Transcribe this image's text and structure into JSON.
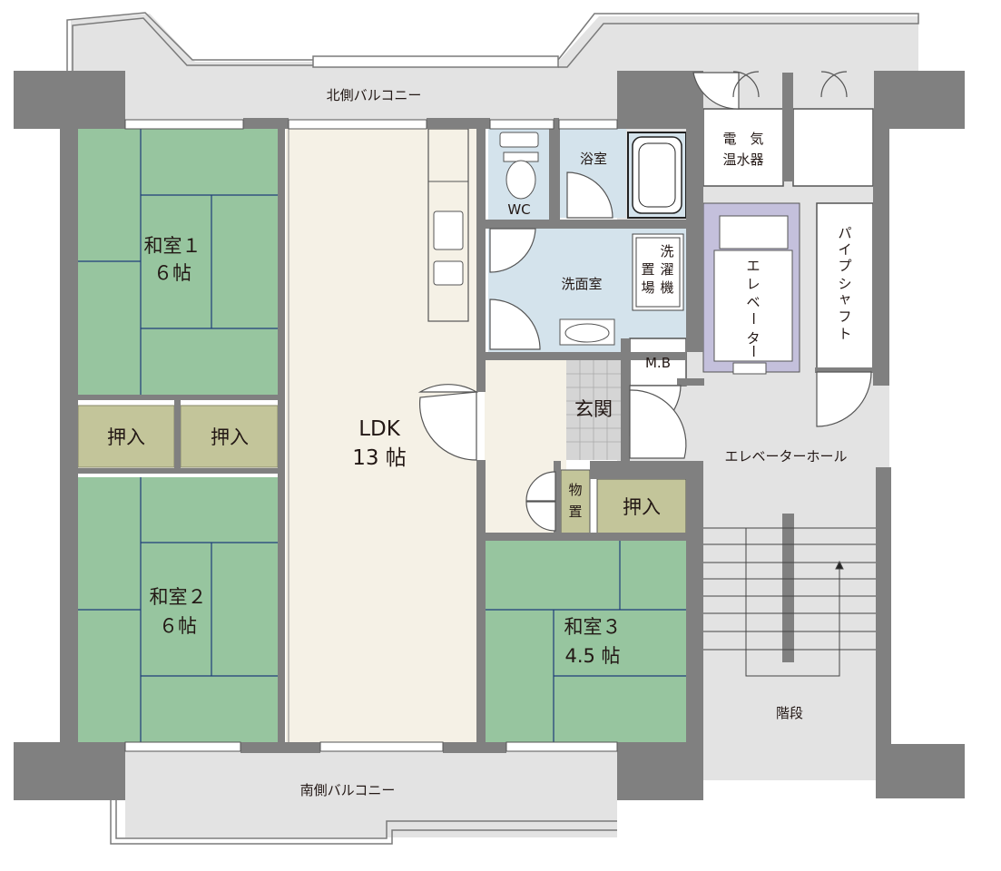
{
  "rooms": {
    "north_balcony": "北側バルコニー",
    "south_balcony": "南側バルコニー",
    "washitsu1": {
      "name": "和室１",
      "size": "６帖"
    },
    "washitsu2": {
      "name": "和室２",
      "size": "６帖"
    },
    "washitsu3": {
      "name": "和室３",
      "size": "4.5 帖"
    },
    "ldk": {
      "name": "LDK",
      "size": "13 帖"
    },
    "oshiire": "押入",
    "monooki": [
      "物",
      "置"
    ],
    "wc": "WC",
    "bathroom": "浴室",
    "washroom": "洗面室",
    "washer_place": [
      "洗",
      "濯",
      "機",
      "置",
      "場"
    ],
    "entrance": "玄関",
    "mb": "M.B",
    "water_heater": [
      "電　気",
      "温水器"
    ],
    "elevator": [
      "エ",
      "レ",
      "ベ",
      "ー",
      "タ",
      "ー"
    ],
    "pipe_shaft": [
      "パ",
      "イ",
      "プ",
      "シ",
      "ャ",
      "フ",
      "ト"
    ],
    "elevator_hall": "エレベーターホール",
    "stairs": "階段"
  },
  "colors": {
    "tatami": "#97c59f",
    "oshiire": "#c3c59a",
    "ldk_floor": "#f5f1e6",
    "wet_area": "#d4e3ec",
    "wall": "#808080",
    "common_area": "#e3e3e3",
    "elevator": "#c4c0dc"
  }
}
